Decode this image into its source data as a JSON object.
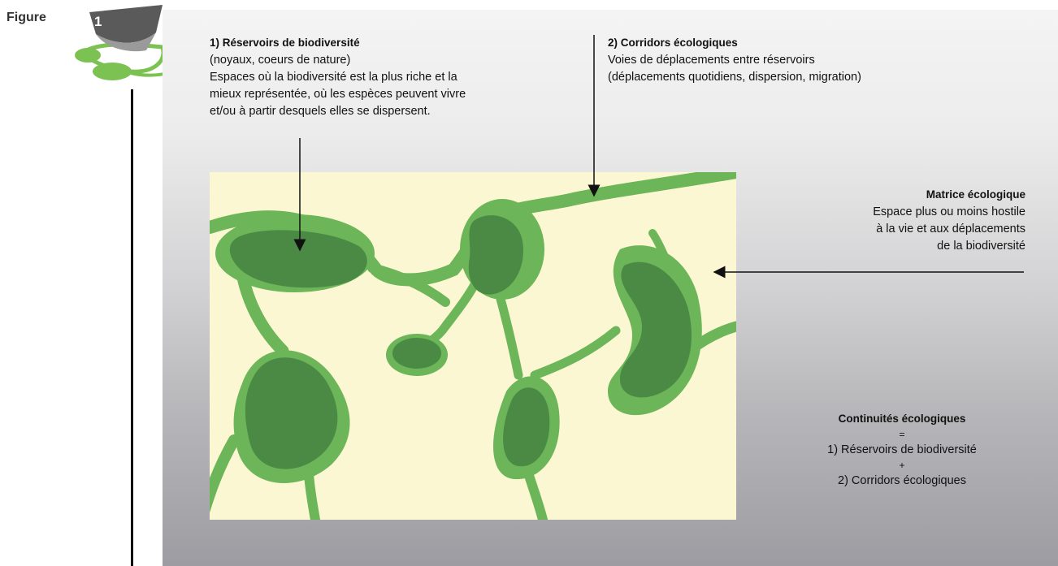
{
  "figure": {
    "label": "Figure",
    "number": "1"
  },
  "reservoirs": {
    "title": "1) Réservoirs de biodiversité",
    "subtitle": "(noyaux, coeurs de nature)",
    "description_lines": [
      "Espaces où la biodiversité est la plus riche et la",
      "mieux représentée, où les espèces peuvent vivre",
      "et/ou à partir desquels elles se dispersent."
    ]
  },
  "corridors": {
    "title": "2) Corridors écologiques",
    "line1": "Voies de déplacements entre réservoirs",
    "line2": "(déplacements quotidiens, dispersion, migration)"
  },
  "matrix": {
    "title": "Matrice écologique",
    "lines": [
      "Espace plus ou moins hostile",
      "à la vie et aux déplacements",
      "de la biodiversité"
    ]
  },
  "continuites": {
    "title": "Continuités écologiques",
    "equals": "=",
    "item1": "1) Réservoirs de biodiversité",
    "plus": "+",
    "item2": "2) Corridors écologiques"
  },
  "colors": {
    "matrix_bg": "#fbf7d3",
    "corridor_green": "#6cb558",
    "reservoir_green": "#4a8a44",
    "badge_green": "#7cc253",
    "badge_dark": "#555555"
  }
}
